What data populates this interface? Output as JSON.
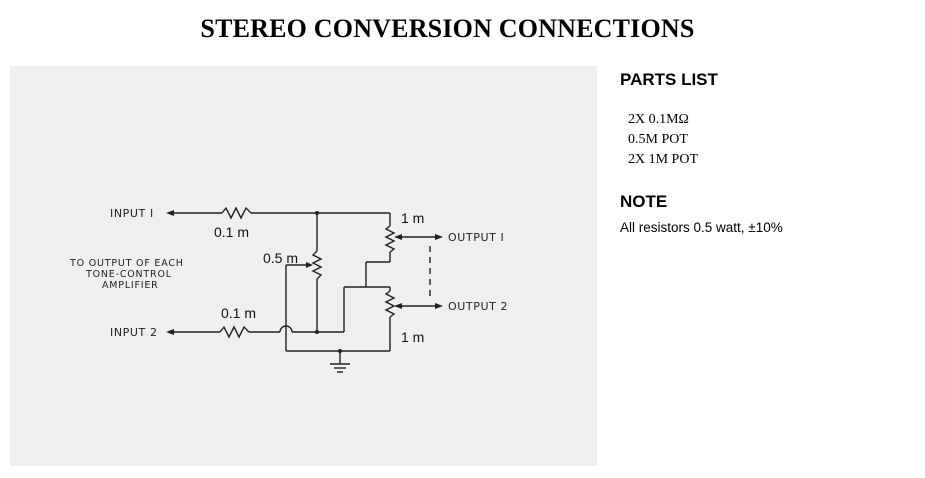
{
  "title": "STEREO CONVERSION CONNECTIONS",
  "diagram": {
    "input1": "INPUT I",
    "input2": "INPUT 2",
    "output1": "OUTPUT I",
    "output2": "OUTPUT 2",
    "r1_value": "0.1 m",
    "r2_value": "0.1 m",
    "pot_center_value": "0.5 m",
    "pot_top_value": "1 m",
    "pot_bottom_value": "1 m",
    "note_line1": "TO OUTPUT OF EACH",
    "note_line2": "TONE-CONTROL",
    "note_line3": "AMPLIFIER"
  },
  "parts_list": {
    "heading": "PARTS LIST",
    "items": [
      "2X 0.1MΩ",
      "0.5M POT",
      "2X 1M POT"
    ]
  },
  "note": {
    "heading": "NOTE",
    "text": "All resistors 0.5 watt, ±10%"
  }
}
